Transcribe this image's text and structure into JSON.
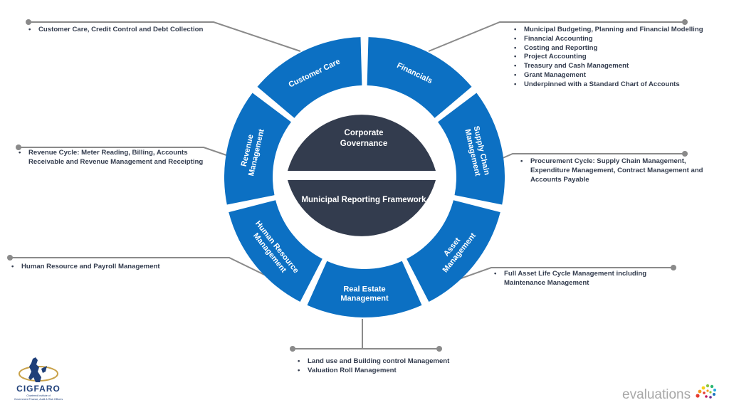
{
  "diagram": {
    "segments": [
      {
        "label_1": "Customer Care",
        "label_2": ""
      },
      {
        "label_1": "Financials",
        "label_2": ""
      },
      {
        "label_1": "Supply Chain",
        "label_2": "Management"
      },
      {
        "label_1": "Asset",
        "label_2": "Management"
      },
      {
        "label_1": "Real Estate",
        "label_2": "Management"
      },
      {
        "label_1": "Human Resource",
        "label_2": "Management"
      },
      {
        "label_1": "Revenue",
        "label_2": "Management"
      }
    ],
    "core": {
      "top_line_1": "Corporate",
      "top_line_2": "Governance",
      "bottom": "Municipal Reporting Framework"
    },
    "colors": {
      "segment": "#0c70c3",
      "core": "#333c4e",
      "leader": "#8a8a8a"
    }
  },
  "callouts": {
    "customer_care": [
      "Customer Care, Credit Control and Debt Collection"
    ],
    "financials": [
      "Municipal Budgeting, Planning and Financial Modelling",
      "Financial Accounting",
      "Costing and Reporting",
      "Project Accounting",
      "Treasury and Cash Management",
      "Grant Management",
      "Underpinned with a Standard Chart of Accounts"
    ],
    "revenue": [
      "Revenue Cycle: Meter Reading, Billing, Accounts Receivable and Revenue Management and Receipting"
    ],
    "supply_chain": [
      "Procurement Cycle: Supply Chain Management, Expenditure Management, Contract Management and Accounts Payable"
    ],
    "human_resource": [
      "Human Resource and Payroll Management"
    ],
    "asset": [
      "Full Asset Life Cycle Management including Maintenance Management"
    ],
    "real_estate": [
      "Land use and Building control Management",
      "Valuation Roll Management"
    ]
  },
  "logos": {
    "cigfaro_name": "CIGFARO",
    "cigfaro_sub_1": "Chartered Institute of",
    "cigfaro_sub_2": "Government Finance, Audit & Risk Officers",
    "evaluations": "evaluations"
  }
}
